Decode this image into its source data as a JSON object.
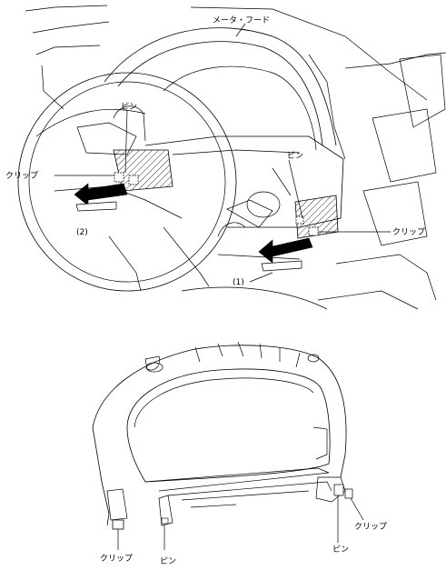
{
  "labels": {
    "meter_hood": "メータ・フード",
    "pin_left": "ピン",
    "pin_right": "ピン",
    "clip_left": "クリップ",
    "clip_right": "クリップ",
    "step_1": "(1)",
    "step_2": "(2)",
    "clip_bottom_left": "クリップ",
    "pin_bottom_left": "ピン",
    "pin_bottom_right": "ピン",
    "clip_bottom_right": "クリップ"
  }
}
